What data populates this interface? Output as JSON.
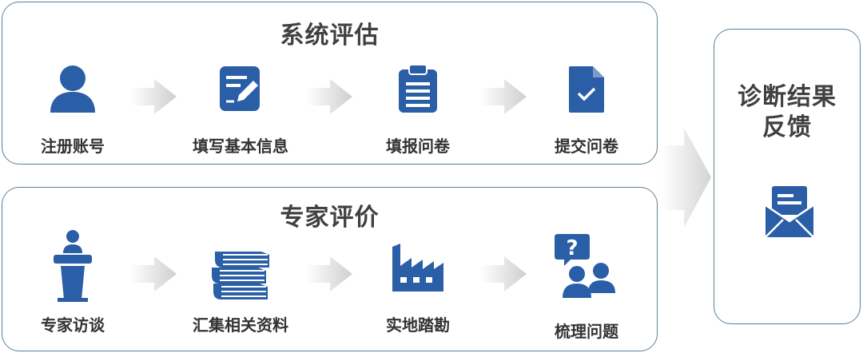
{
  "colors": {
    "icon": "#2a5ea7",
    "border": "#5e7f95",
    "arrow": "#d6d6d6"
  },
  "system_eval": {
    "title": "系统评估",
    "steps": [
      {
        "label": "注册账号",
        "icon": "user-icon"
      },
      {
        "label": "填写基本信息",
        "icon": "edit-form-icon"
      },
      {
        "label": "填报问卷",
        "icon": "clipboard-icon"
      },
      {
        "label": "提交问卷",
        "icon": "document-check-icon"
      }
    ]
  },
  "expert_eval": {
    "title": "专家评价",
    "steps": [
      {
        "label": "专家访谈",
        "icon": "podium-speaker-icon"
      },
      {
        "label": "汇集相关资料",
        "icon": "books-icon"
      },
      {
        "label": "实地踏勘",
        "icon": "factory-icon"
      },
      {
        "label": "梳理问题",
        "icon": "people-question-icon"
      }
    ]
  },
  "result": {
    "title_line1": "诊断结果",
    "title_line2": "反馈",
    "icon": "envelope-letter-icon"
  }
}
